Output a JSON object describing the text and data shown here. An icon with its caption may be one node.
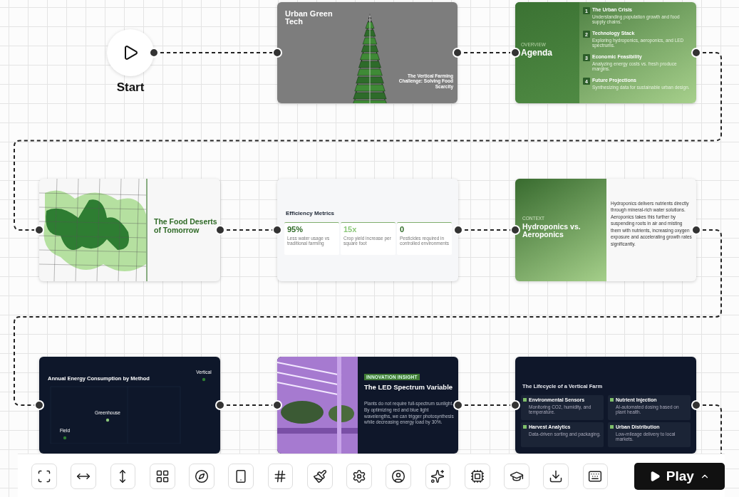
{
  "diagram": {
    "nodes": [
      {
        "text": [
          "Start"
        ]
      },
      {
        "text": [
          "Urban Green Tech",
          "The Vertical Farming Challenge: Solving Food Scarcity"
        ]
      },
      {
        "text": [
          "OVERVIEW",
          "Agenda",
          "1",
          "The Urban Crisis",
          "Understanding population growth and food supply chains.",
          "2",
          "Technology Stack",
          "Exploring hydroponics, aeroponics, and LED spectrums.",
          "3",
          "Economic Feasibility",
          "Analyzing energy costs vs. fresh produce margins.",
          "4",
          "Future Projections",
          "Synthesizing data for sustainable urban design."
        ]
      },
      {
        "text": [
          "The Food Deserts of Tomorrow"
        ]
      },
      {
        "text": [
          "Efficiency Metrics",
          "95%",
          "Less water usage vs traditional farming",
          "15x",
          "Crop yield increase per square foot",
          "0",
          "Pesticides required in controlled environments"
        ]
      },
      {
        "text": [
          "CONTEXT",
          "Hydroponics vs. Aeroponics",
          "Hydroponics delivers nutrients directly through mineral-rich water solutions. Aeroponics takes this further by suspending roots in air and misting them with nutrients, increasing oxygen exposure and accelerating growth rates significantly."
        ]
      },
      {
        "text": [
          "Annual Energy Consumption by Method",
          "Vertical",
          "Greenhouse",
          "Field"
        ]
      },
      {
        "text": [
          "INNOVATION INSIGHT",
          "The LED Spectrum Variable",
          "Plants do not require full-spectrum sunlight. By optimizing red and blue light wavelengths, we can trigger photosynthesis while decreasing energy load by 30%."
        ]
      },
      {
        "text": [
          "The Lifecycle of a Vertical Farm",
          "Environmental Sensors",
          "Monitoring CO2, humidity, and temperature.",
          "Nutrient Injection",
          "AI-automated dosing based on plant health.",
          "Harvest Analytics",
          "Data-driven sorting and packaging.",
          "Urban Distribution",
          "Low-mileage delivery to local markets."
        ]
      }
    ],
    "edges": [
      {
        "from": 0,
        "to": 1,
        "arrow": "none",
        "style": "dashed"
      },
      {
        "from": 1,
        "to": 2,
        "arrow": "none",
        "style": "dashed"
      },
      {
        "from": 2,
        "to": 3,
        "arrow": "none",
        "style": "dashed"
      },
      {
        "from": 3,
        "to": 4,
        "arrow": "none",
        "style": "dashed"
      },
      {
        "from": 4,
        "to": 5,
        "arrow": "none",
        "style": "dashed"
      },
      {
        "from": 5,
        "to": 6,
        "arrow": "none",
        "style": "dashed"
      },
      {
        "from": 6,
        "to": 7,
        "arrow": "none",
        "style": "dashed"
      },
      {
        "from": 7,
        "to": 8,
        "arrow": "none",
        "style": "dashed"
      },
      {
        "from": 8,
        "to": null,
        "arrow": "none",
        "style": "dashed"
      }
    ],
    "labels": [
      "Play"
    ]
  }
}
